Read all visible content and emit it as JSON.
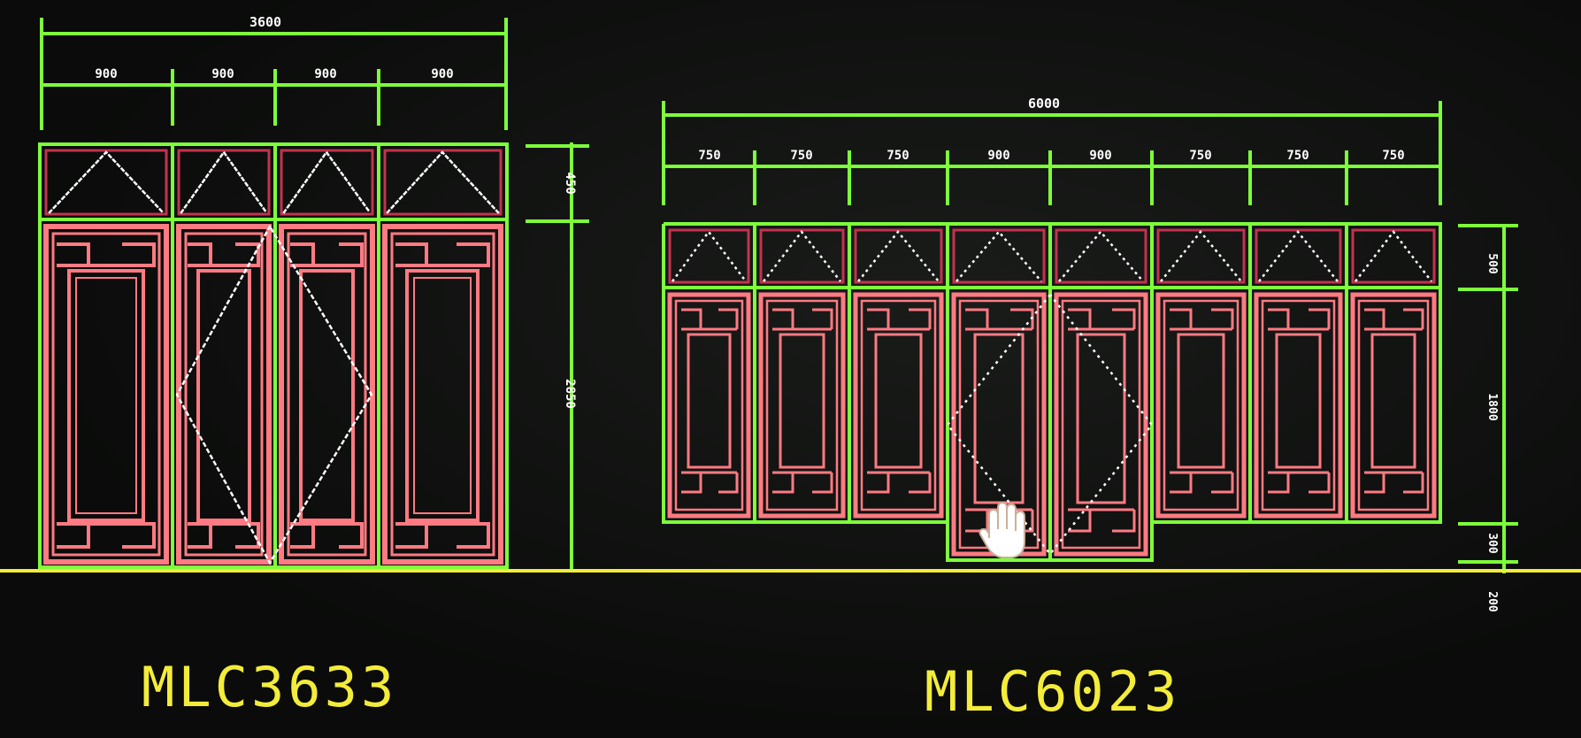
{
  "drawing": {
    "left_title": "MLC3633",
    "right_title": "MLC6023"
  },
  "left_elevation": {
    "overall_width_label": "3600",
    "panel_width_labels": [
      "900",
      "900",
      "900",
      "900"
    ],
    "height_labels": [
      "450",
      "2850"
    ],
    "panel_count": 4
  },
  "right_elevation": {
    "overall_width_label": "6000",
    "panel_width_labels": [
      "750",
      "750",
      "750",
      "900",
      "900",
      "750",
      "750",
      "750"
    ],
    "height_labels": [
      "500",
      "1800",
      "300",
      "200"
    ],
    "panel_count": 8
  },
  "colors": {
    "frame": "#7dff3a",
    "door": "#ff7a82",
    "door_dark": "#c2334f",
    "baseline": "#f3ec3a",
    "text": "#ffffff"
  },
  "icons": {
    "cursor": "hand-cursor-icon"
  }
}
